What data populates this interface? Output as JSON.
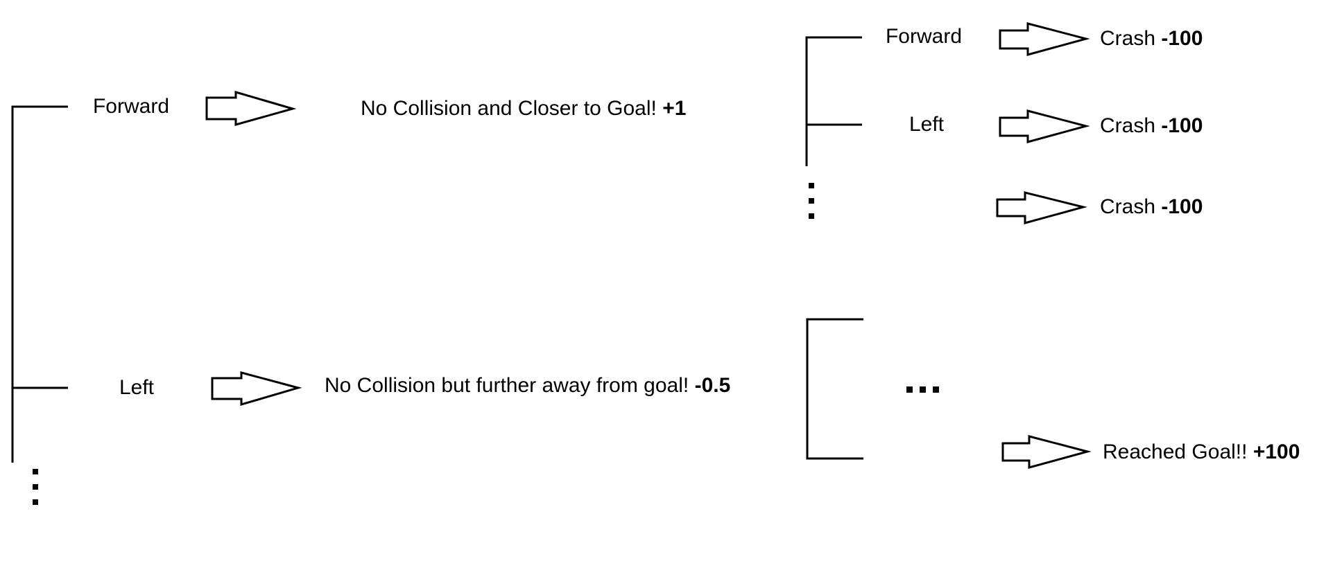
{
  "tree": {
    "level1": {
      "forward": {
        "action": "Forward",
        "outcome": "No Collision and Closer to Goal!",
        "reward": "+1"
      },
      "left": {
        "action": "Left",
        "outcome": "No Collision but further away from goal!",
        "reward": "-0.5"
      }
    },
    "level2_upper": {
      "forward": {
        "action": "Forward",
        "outcome": "Crash",
        "reward": "-100"
      },
      "left": {
        "action": "Left",
        "outcome": "Crash",
        "reward": "-100"
      },
      "more": {
        "outcome": "Crash",
        "reward": "-100"
      }
    },
    "level2_lower": {
      "goal": {
        "outcome": "Reached Goal!!",
        "reward": "+100"
      }
    }
  },
  "colors": {
    "line": "#000000",
    "background": "#ffffff"
  }
}
